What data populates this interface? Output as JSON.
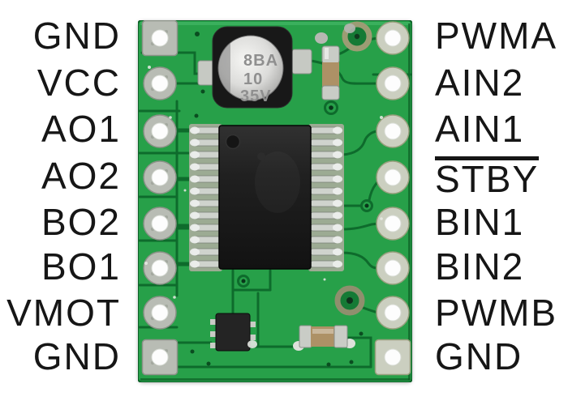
{
  "diagram": {
    "type": "pcb-pinout",
    "left_pins": [
      "GND",
      "VCC",
      "AO1",
      "AO2",
      "BO2",
      "BO1",
      "VMOT",
      "GND"
    ],
    "right_pins": [
      "PWMA",
      "AIN2",
      "AIN1",
      "STBY",
      "BIN1",
      "BIN2",
      "PWMB",
      "GND"
    ],
    "stby_overline": true,
    "capacitor_markings": [
      "8BA",
      "10",
      "35V"
    ]
  },
  "colors": {
    "bg": "#ffffff",
    "label": "#161616",
    "pcb": "#27a049",
    "pcb_edge": "#0d6128",
    "trace": "#0e6b2c",
    "pad": "#c6cabe",
    "hole": "#fdfdfd",
    "ic": "#1f1f1f",
    "silver": "#cdd0ca",
    "tan": "#ad9166",
    "leadfield": "#9cab93"
  }
}
